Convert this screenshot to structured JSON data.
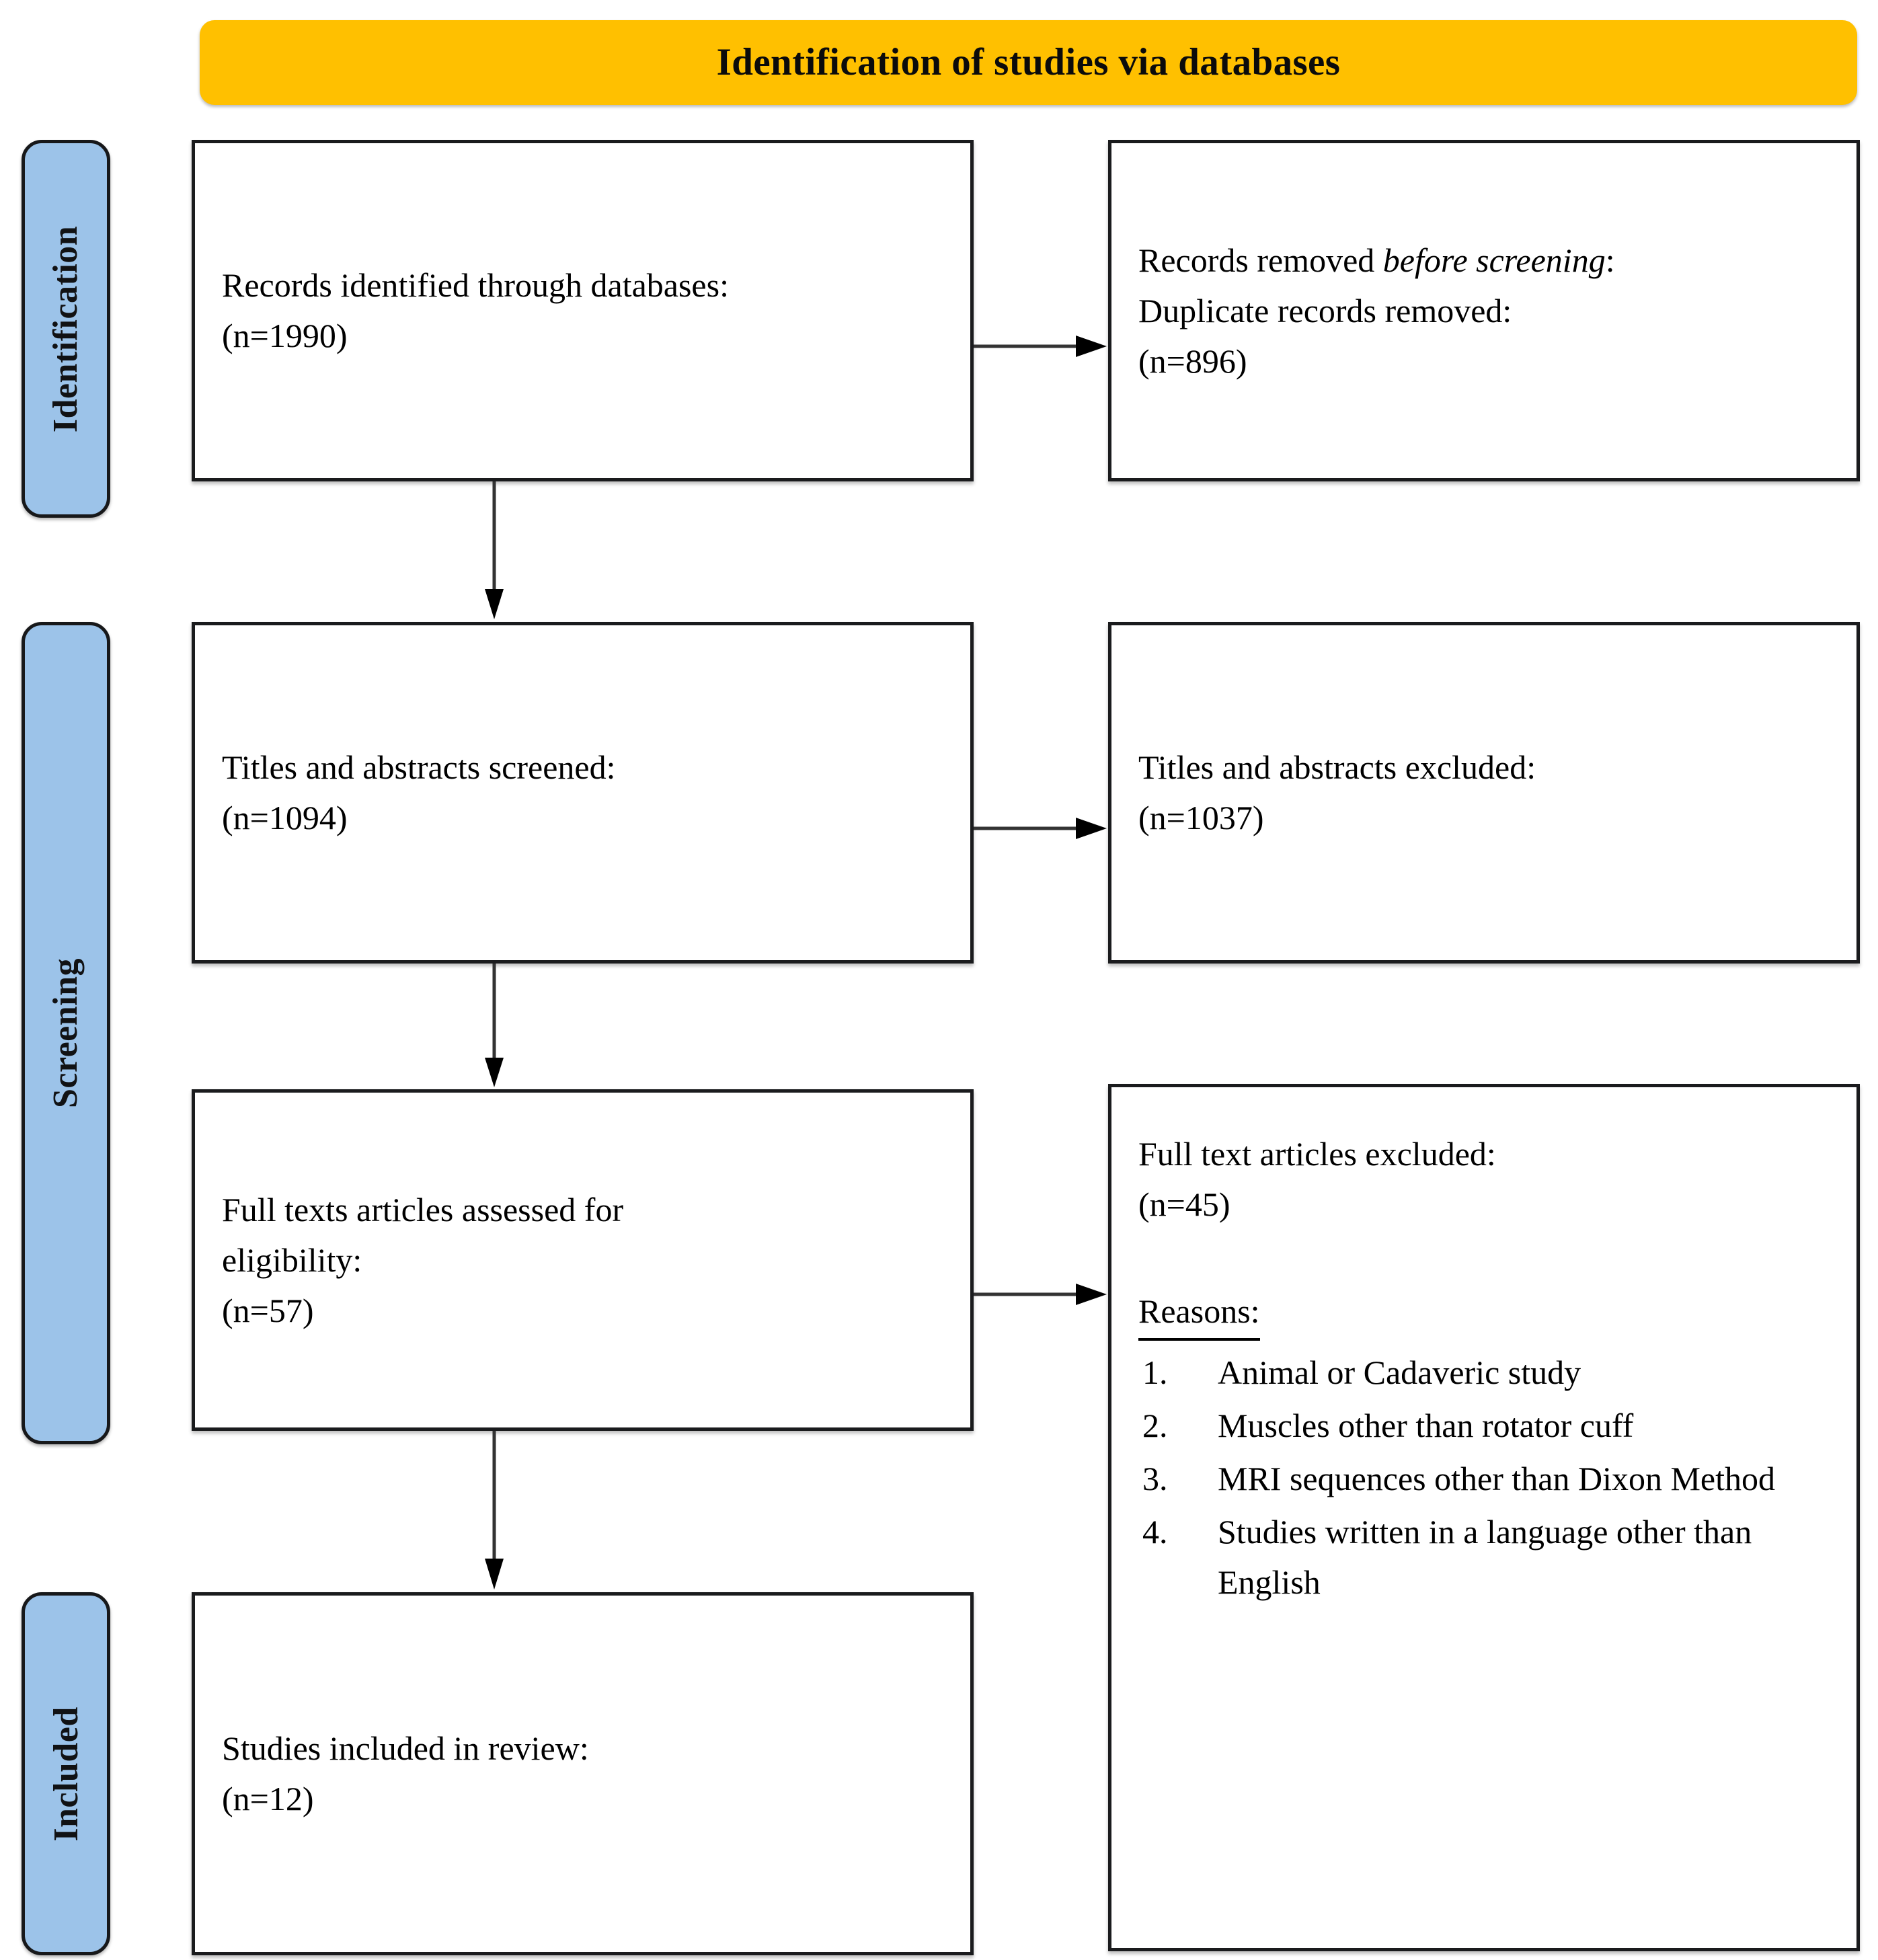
{
  "banner": {
    "title": "Identification of studies via databases",
    "background_color": "#FFC000"
  },
  "stages": [
    {
      "key": "identification",
      "label": "Identification"
    },
    {
      "key": "screening",
      "label": "Screening"
    },
    {
      "key": "included",
      "label": "Included"
    }
  ],
  "stage_pill_color": "#9CC3E9",
  "boxes": {
    "identified": {
      "line1": "Records identified through databases:",
      "line2": "(n=1990)",
      "count": 1990
    },
    "duplicates": {
      "line1_prefix": "Records removed ",
      "line1_italic": "before screening",
      "line1_suffix": ":",
      "line2": "Duplicate records removed:",
      "line3": "(n=896)",
      "count": 896
    },
    "screened": {
      "line1": "Titles and abstracts screened:",
      "line2": "(n=1094)",
      "count": 1094
    },
    "excluded_titles_abstracts": {
      "line1": "Titles and abstracts excluded:",
      "line2": "(n=1037)",
      "count": 1037
    },
    "fulltext_assessed": {
      "line1": "Full texts articles assessed for",
      "line2": "eligibility:",
      "line3": "(n=57)",
      "count": 57
    },
    "excluded_fulltext": {
      "line1": "Full text articles excluded:",
      "line2": "(n=45)",
      "count": 45,
      "reasons_heading": "Reasons:",
      "reasons": [
        "Animal or Cadaveric study",
        "Muscles other than rotator cuff",
        "MRI sequences other than Dixon Method",
        "Studies written in a language other than English"
      ]
    },
    "included": {
      "line1": "Studies included in review:",
      "line2": "(n=12)",
      "count": 12
    }
  },
  "connectors": [
    {
      "name": "identified-to-screened",
      "direction": "down"
    },
    {
      "name": "identified-to-duplicates",
      "direction": "right"
    },
    {
      "name": "screened-to-fulltext",
      "direction": "down"
    },
    {
      "name": "screened-to-excluded",
      "direction": "right"
    },
    {
      "name": "fulltext-to-included",
      "direction": "down"
    },
    {
      "name": "fulltext-to-excluded",
      "direction": "right"
    }
  ]
}
